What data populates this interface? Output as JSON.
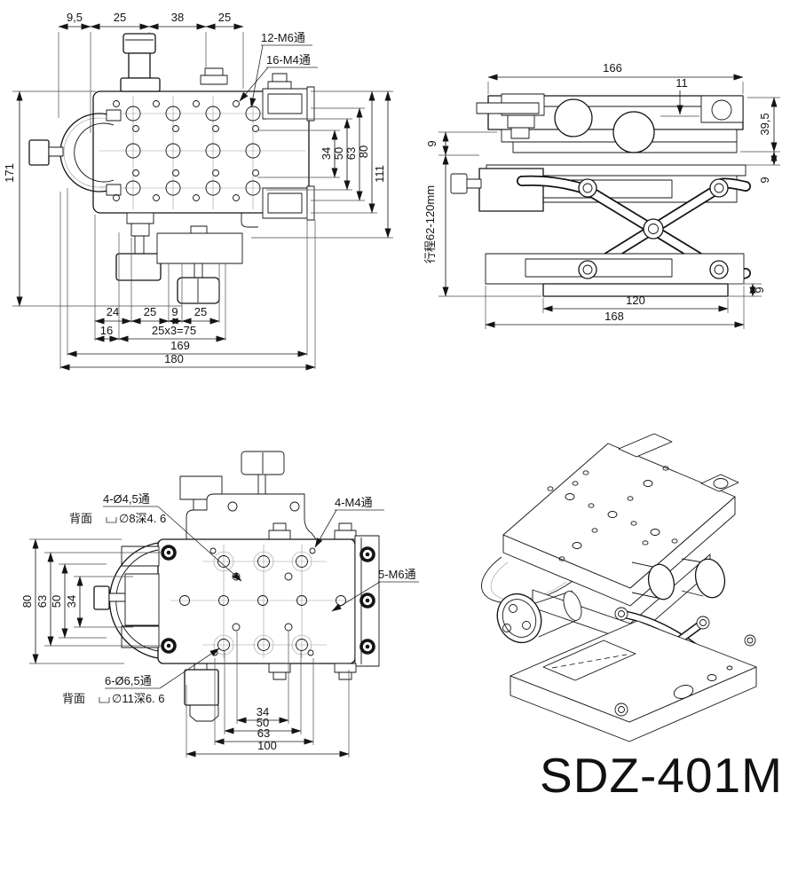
{
  "title": "SDZ-401M",
  "colors": {
    "line": "#141414",
    "background": "#ffffff"
  },
  "plan_view": {
    "top_dims": [
      "9,5",
      "25",
      "38",
      "25"
    ],
    "hole_labels": [
      "12-M6通",
      "16-M4通"
    ],
    "left_dim": "171",
    "right_dims": [
      "34",
      "50",
      "63",
      "80",
      "111"
    ],
    "bottom_chain": [
      "24",
      "25",
      "9",
      "25"
    ],
    "bottom_chain2": [
      "16",
      "25x3=75"
    ],
    "bottom_total1": "169",
    "bottom_total2": "180"
  },
  "side_view": {
    "top_width": "166",
    "recess": "11",
    "top_height": "39,5",
    "gap_right": "9",
    "gap_left": "9",
    "travel": "行程62-120mm",
    "base_width": "120",
    "overall_width": "168",
    "base_thickness": "9"
  },
  "front_view": {
    "holes_a": "4-Ø4,5通",
    "holes_a_back": "背面",
    "holes_a_spec": "∅8深4. 6",
    "holes_b": "4-M4通",
    "holes_c": "5-M6通",
    "holes_d": "6-Ø6,5通",
    "holes_d_back": "背面",
    "holes_d_spec": "∅11深6. 6",
    "left_dims": [
      "80",
      "63",
      "50",
      "34"
    ],
    "bottom_dims": [
      "34",
      "50",
      "63",
      "100"
    ]
  }
}
